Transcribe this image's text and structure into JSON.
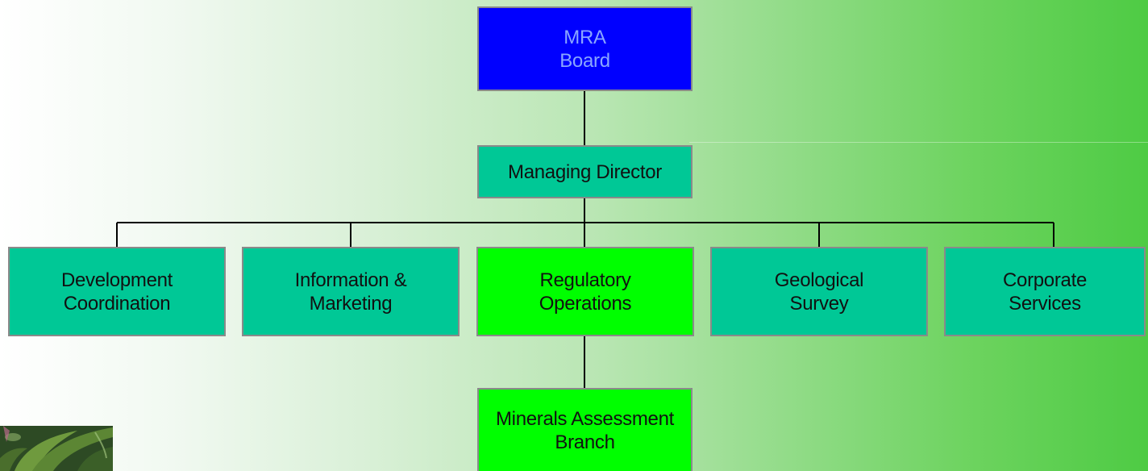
{
  "org_chart": {
    "board": {
      "line1": "MRA",
      "line2": "Board"
    },
    "managing_director": {
      "label": "Managing Director"
    },
    "departments": [
      {
        "line1": "Development",
        "line2": "Coordination"
      },
      {
        "line1": "Information &",
        "line2": "Marketing"
      },
      {
        "line1": "Regulatory",
        "line2": "Operations"
      },
      {
        "line1": "Geological",
        "line2": "Survey"
      },
      {
        "line1": "Corporate",
        "line2": "Services"
      }
    ],
    "sub_branch": {
      "line1": "Minerals Assessment",
      "line2": "Branch"
    }
  },
  "colors": {
    "board_fill": "#0000ff",
    "board_text": "#8aa6ff",
    "unit_fill": "#00c896",
    "highlight_fill": "#00ff00",
    "connector": "#000000"
  }
}
